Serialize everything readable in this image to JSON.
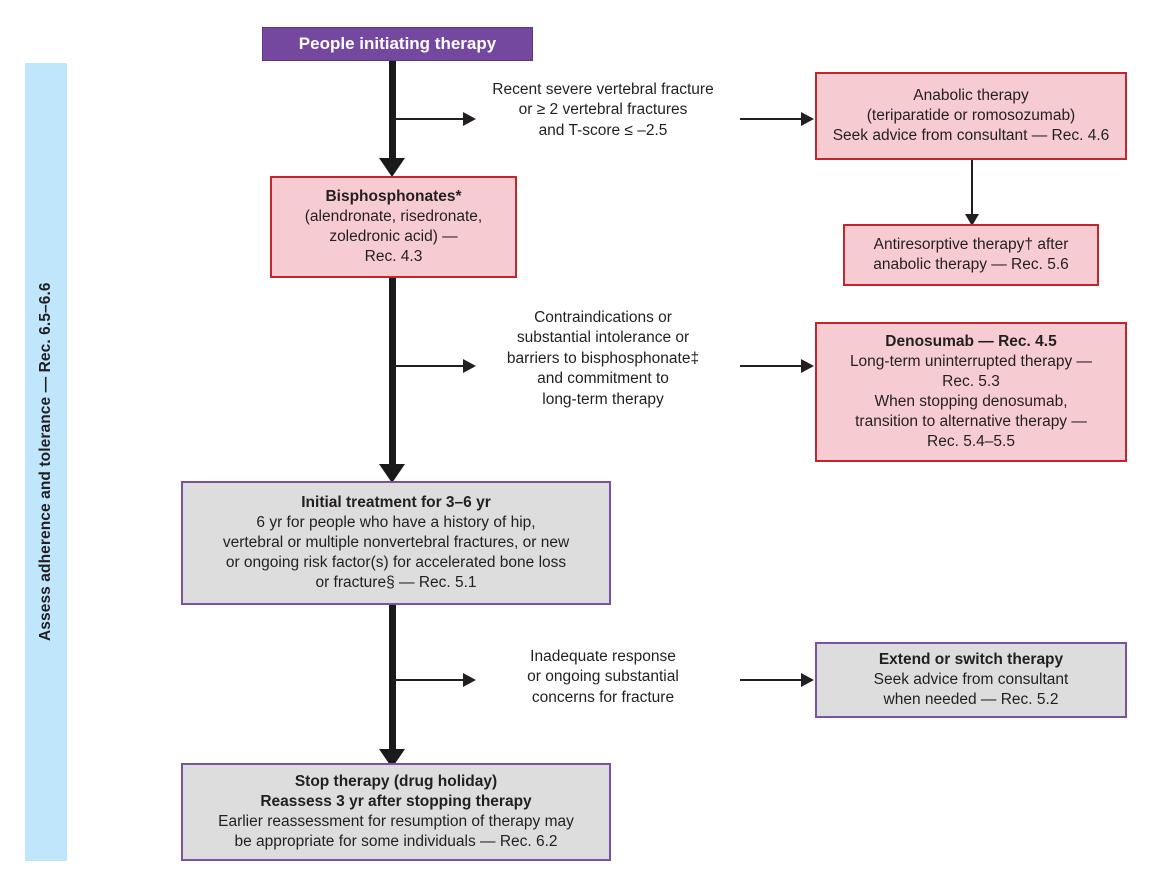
{
  "sidebar": {
    "label": "Assess adherence and tolerance — Rec. 6.5–6.6",
    "color": "#bfe6fb"
  },
  "colors": {
    "purple_fill": "#74489f",
    "pink_fill": "#f6ccd2",
    "pink_border": "#c1272d",
    "grey_fill": "#dddddd",
    "purple_border": "#7b52a1",
    "connector": "#1a1a1a"
  },
  "nodes": {
    "start": {
      "lines": [
        {
          "text": "People initiating therapy",
          "bold": true
        }
      ]
    },
    "bisphosphonates": {
      "lines": [
        {
          "text": "Bisphosphonates*",
          "bold": true
        },
        {
          "text": "(alendronate, risedronate,",
          "bold": false
        },
        {
          "text": "zoledronic acid) —",
          "bold": false
        },
        {
          "text": "Rec. 4.3",
          "bold": false
        }
      ]
    },
    "anabolic": {
      "lines": [
        {
          "text": "Anabolic therapy",
          "bold": false
        },
        {
          "text": "(teriparatide or romosozumab)",
          "bold": false
        },
        {
          "text": "Seek advice from consultant — Rec. 4.6",
          "bold": false
        }
      ]
    },
    "antiresorptive": {
      "lines": [
        {
          "text": "Antiresorptive therapy† after",
          "bold": false
        },
        {
          "text": "anabolic therapy — Rec. 5.6",
          "bold": false
        }
      ]
    },
    "denosumab": {
      "lines": [
        {
          "text": "Denosumab — Rec. 4.5",
          "bold": true
        },
        {
          "text": "Long-term uninterrupted therapy —",
          "bold": false
        },
        {
          "text": "Rec. 5.3",
          "bold": false
        },
        {
          "text": "When stopping denosumab,",
          "bold": false
        },
        {
          "text": "transition to alternative therapy —",
          "bold": false
        },
        {
          "text": "Rec. 5.4–5.5",
          "bold": false
        }
      ]
    },
    "initial_treatment": {
      "lines": [
        {
          "text": "Initial treatment for 3–6 yr",
          "bold": true
        },
        {
          "text": "6 yr for people who have a history of hip,",
          "bold": false
        },
        {
          "text": "vertebral or multiple nonvertebral fractures, or new",
          "bold": false
        },
        {
          "text": "or ongoing risk factor(s) for accelerated bone loss",
          "bold": false
        },
        {
          "text": "or fracture§ — Rec. 5.1",
          "bold": false
        }
      ]
    },
    "extend_switch": {
      "lines": [
        {
          "text": "Extend or switch therapy",
          "bold": true
        },
        {
          "text": "Seek advice from consultant",
          "bold": false
        },
        {
          "text": "when needed — Rec. 5.2",
          "bold": false
        }
      ]
    },
    "stop_therapy": {
      "lines": [
        {
          "text": "Stop therapy (drug holiday)",
          "bold": true
        },
        {
          "text": "Reassess 3 yr after stopping therapy",
          "bold": true
        },
        {
          "text": "Earlier reassessment for resumption of therapy may",
          "bold": false
        },
        {
          "text": "be appropriate for some individuals — Rec. 6.2",
          "bold": false
        }
      ]
    }
  },
  "branch_labels": {
    "severe_fracture": {
      "lines": [
        "Recent severe vertebral fracture",
        "or ≥ 2 vertebral fractures",
        "and T-score ≤ –2.5"
      ]
    },
    "contraindications": {
      "lines": [
        "Contraindications or",
        "substantial intolerance or",
        "barriers to bisphosphonate‡",
        "and commitment to",
        "long-term therapy"
      ]
    },
    "inadequate_response": {
      "lines": [
        "Inadequate response",
        "or ongoing substantial",
        "concerns for fracture"
      ]
    }
  }
}
